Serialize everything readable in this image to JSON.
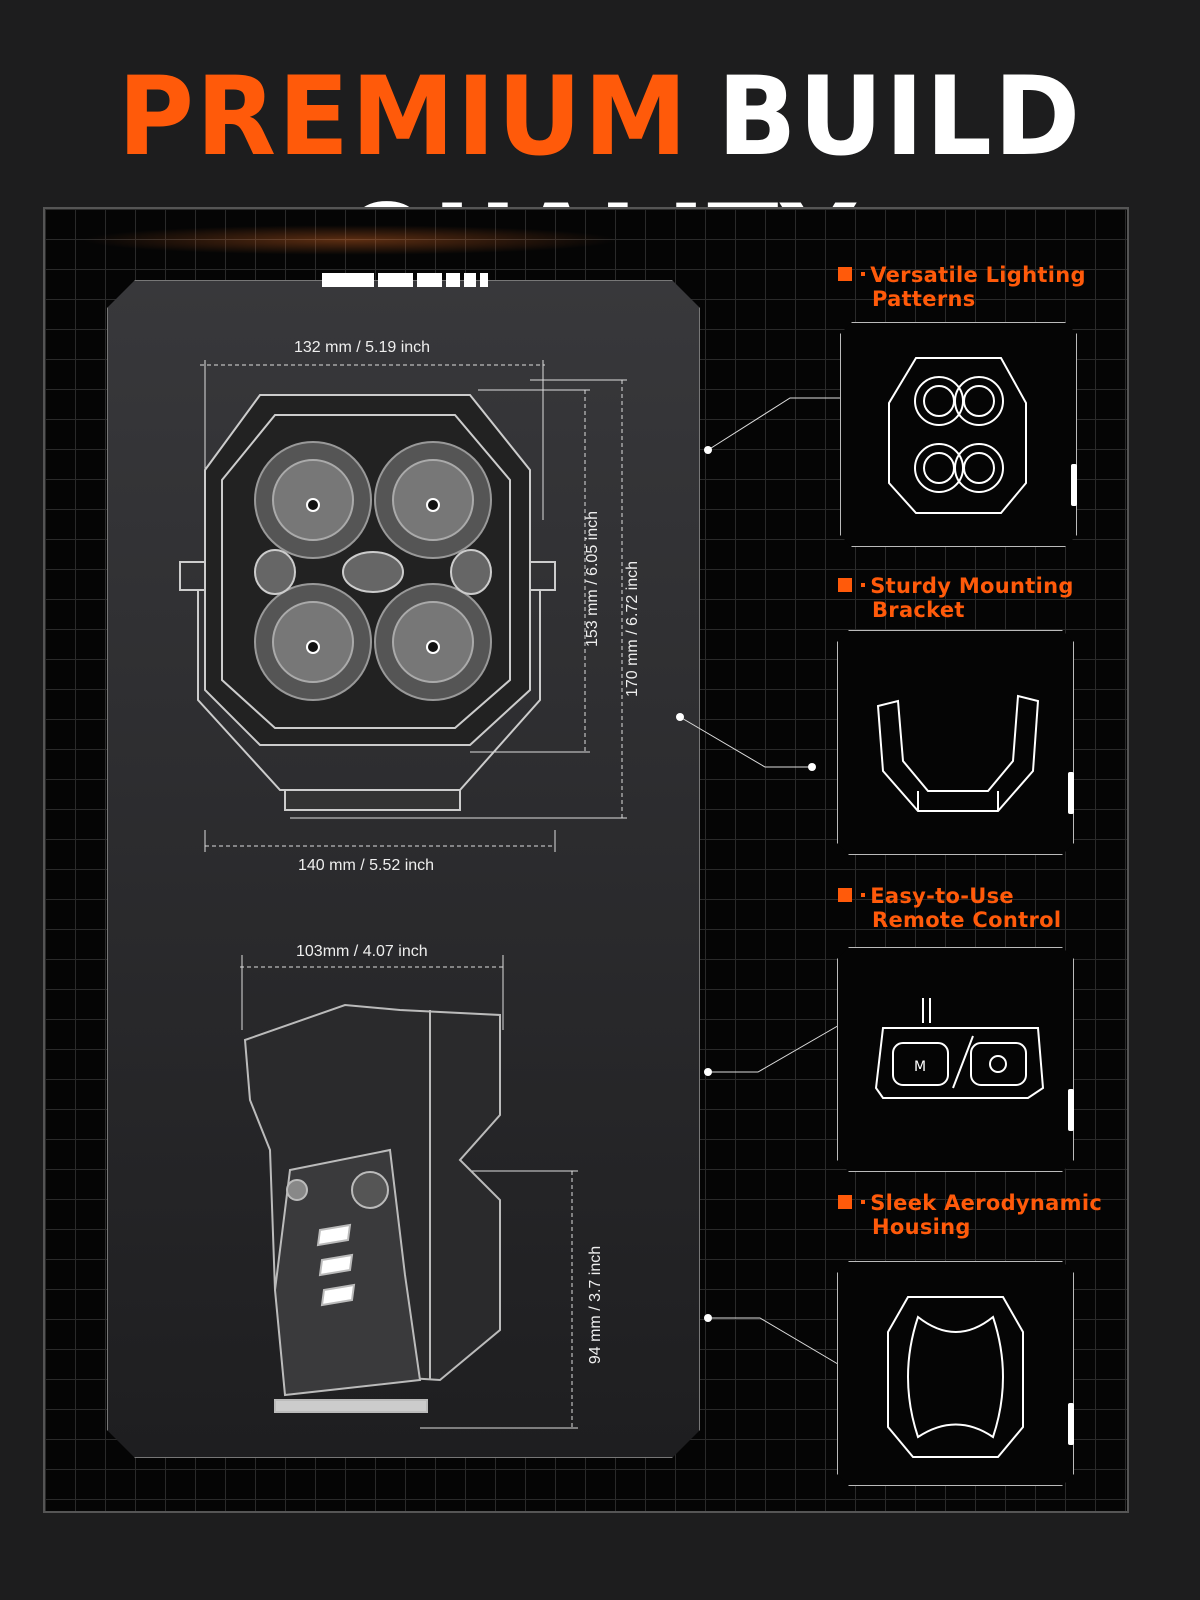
{
  "title": {
    "highlight": "PREMIUM",
    "rest": "BUILD QUALITY"
  },
  "colors": {
    "accent": "#ff5a0a",
    "background": "#1d1d1e"
  },
  "dimensions": {
    "front_top_width": "132 mm / 5.19 inch",
    "front_bottom_width": "140 mm / 5.52 inch",
    "front_inner_height": "153 mm / 6.05 inch",
    "front_total_height": "170 mm / 6.72  inch",
    "side_depth": "103mm / 4.07 inch",
    "side_height": "94 mm / 3.7 inch"
  },
  "features": [
    {
      "line1": "Versatile Lighting",
      "line2": "Patterns",
      "icon": "light-pod-front-icon"
    },
    {
      "line1": "Sturdy Mounting",
      "line2": "Bracket",
      "icon": "mounting-bracket-icon"
    },
    {
      "line1": "Easy-to-Use",
      "line2": "Remote Control",
      "icon": "remote-control-icon",
      "buttons": [
        "M",
        "power"
      ]
    },
    {
      "line1": "Sleek Aerodynamic",
      "line2": "Housing",
      "icon": "housing-icon"
    }
  ]
}
